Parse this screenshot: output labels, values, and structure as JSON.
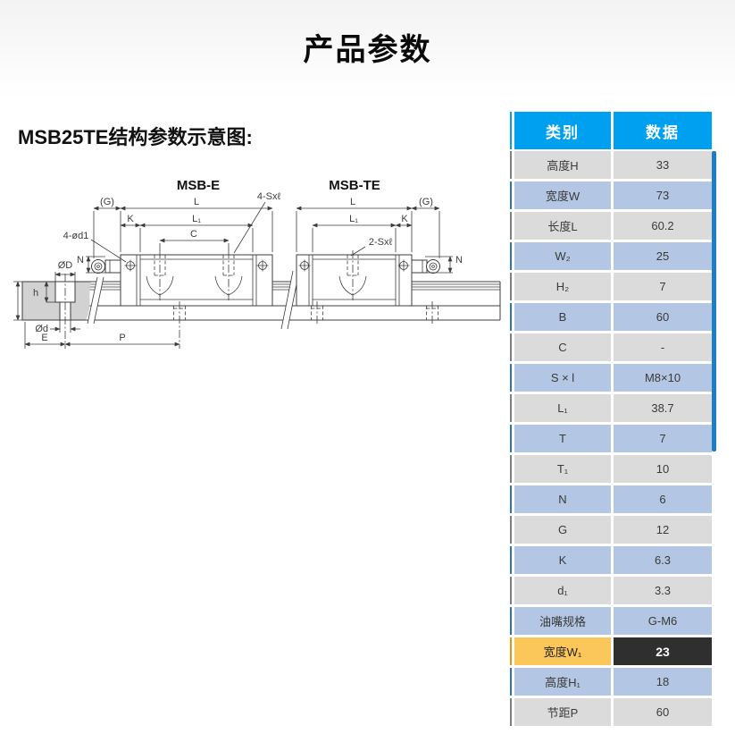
{
  "page": {
    "title": "产品参数",
    "subtitle": "MSB25TE结构参数示意图:"
  },
  "diagram": {
    "left_view_title": "MSB-E",
    "right_view_title": "MSB-TE",
    "labels": {
      "l": "L",
      "l1": "L₁",
      "c": "C",
      "k": "K",
      "g": "(G)",
      "n": "N",
      "sxl4": "4-Sxℓ",
      "sxl2": "2-Sxℓ",
      "od1": "4-ød1",
      "dia_D": "ØD",
      "dia_d": "Ød",
      "h": "h",
      "e": "E",
      "p": "P"
    }
  },
  "table": {
    "headers": [
      "类别",
      "数据"
    ],
    "rows": [
      {
        "label": "高度H",
        "value": "33",
        "tone": "gray"
      },
      {
        "label": "宽度W",
        "value": "73",
        "tone": "blue"
      },
      {
        "label": "长度L",
        "value": "60.2",
        "tone": "gray"
      },
      {
        "label": "W₂",
        "value": "25",
        "tone": "blue"
      },
      {
        "label": "H₂",
        "value": "7",
        "tone": "gray"
      },
      {
        "label": "B",
        "value": "60",
        "tone": "blue"
      },
      {
        "label": "C",
        "value": "-",
        "tone": "gray"
      },
      {
        "label": "S × l",
        "value": "M8×10",
        "tone": "blue"
      },
      {
        "label": "L₁",
        "value": "38.7",
        "tone": "gray"
      },
      {
        "label": "T",
        "value": "7",
        "tone": "blue"
      },
      {
        "label": "T₁",
        "value": "10",
        "tone": "gray"
      },
      {
        "label": "N",
        "value": "6",
        "tone": "blue"
      },
      {
        "label": "G",
        "value": "12",
        "tone": "gray"
      },
      {
        "label": "K",
        "value": "6.3",
        "tone": "blue"
      },
      {
        "label": "d₁",
        "value": "3.3",
        "tone": "gray"
      },
      {
        "label": "油嘴规格",
        "value": "G-M6",
        "tone": "blue"
      },
      {
        "label": "宽度W₁",
        "value": "23",
        "tone": "highlight"
      },
      {
        "label": "高度H₁",
        "value": "18",
        "tone": "blue"
      },
      {
        "label": "节距P",
        "value": "60",
        "tone": "gray"
      }
    ]
  },
  "colors": {
    "header_blue": "#00A0F0",
    "row_gray": "#DBDBDB",
    "row_blue": "#B3C6E3",
    "highlight_gold": "#FBC75B",
    "highlight_dark": "#2F2F2F",
    "strip_gray": "#7F7F7F",
    "strip_blue": "#2E74B5",
    "strip_orange": "#E8940C",
    "scrollbar_blue": "#1F7DC4",
    "drawing_ink": "#3C3C3C"
  }
}
